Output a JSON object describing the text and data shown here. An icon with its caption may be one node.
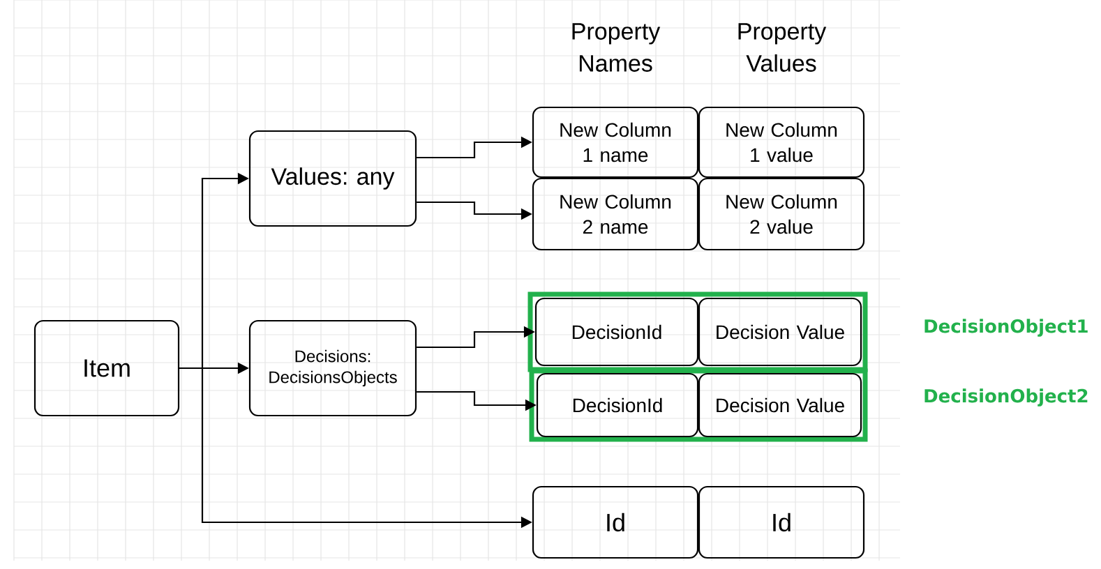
{
  "diagram": {
    "nodes": [
      {
        "text": [
          "Item"
        ]
      },
      {
        "text": [
          "Values: any"
        ]
      },
      {
        "text": [
          "Decisions: DecisionsObjects"
        ]
      },
      {
        "text": [
          "New Column 1 name"
        ]
      },
      {
        "text": [
          "New Column 1 value"
        ]
      },
      {
        "text": [
          "New Column 2 name"
        ]
      },
      {
        "text": [
          "New Column 2 value"
        ]
      },
      {
        "text": [],
        "shape": "box",
        "beside": [
          "DecisionObject1"
        ]
      },
      {
        "text": [
          "DecisionId"
        ],
        "in": 7
      },
      {
        "text": [
          "Decision Value"
        ],
        "in": 7
      },
      {
        "text": [],
        "shape": "box",
        "beside": [
          "DecisionObject2"
        ]
      },
      {
        "text": [
          "DecisionId"
        ],
        "in": 10
      },
      {
        "text": [
          "Decision Value"
        ],
        "in": 10
      },
      {
        "text": [
          "Id"
        ]
      },
      {
        "text": [
          "Id"
        ]
      }
    ],
    "edges": [
      {
        "from": 0,
        "to": 1,
        "arrow": "to"
      },
      {
        "from": 0,
        "to": 2,
        "arrow": "to"
      },
      {
        "from": 0,
        "to": 13,
        "arrow": "to"
      },
      {
        "from": 1,
        "to": 3,
        "arrow": "to"
      },
      {
        "from": 1,
        "to": 5,
        "arrow": "to"
      },
      {
        "from": 2,
        "to": 8,
        "arrow": "to"
      },
      {
        "from": 2,
        "to": 11,
        "arrow": "to"
      }
    ],
    "labels": [
      "Property Names",
      "Property Values"
    ]
  }
}
